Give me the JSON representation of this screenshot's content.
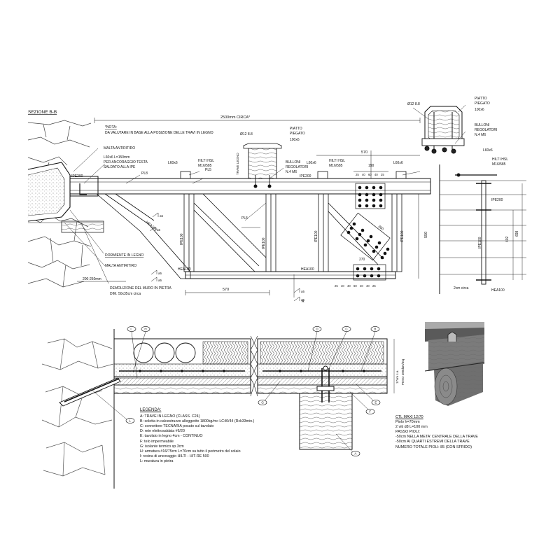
{
  "section_title": "SEZIONE B-B",
  "top_view": {
    "dim_total": "2500mm CIRCA*",
    "note": [
      "*NOTA:",
      "DA VALUTARE IN BASE ALLA POSIZIONE DELLE TRAVI IN LEGNO"
    ],
    "wall_labels": [
      "MALTA ANTIRITIRO",
      "L60x6 L=150mm",
      "PER ANCORAGGIO TESTA",
      "SALDATO ALLA IPE"
    ],
    "pl8": "PL8",
    "pl5_top": "PL5",
    "pl5_mid": "PL5",
    "ipe200_left": "IPE200",
    "ipe200_right": "IPE200",
    "ipe200_side": "IPE200",
    "hea100_left": "HEA100",
    "hea100_mid": "HEA100",
    "hea100_diag": "HEA100",
    "hea100_side": "HEA100",
    "ipe100_a": "IPE100",
    "ipe100_b": "IPE100",
    "ipe100_c": "IPE100",
    "ipe100_d": "IPE100",
    "ipe100_side": "IPE100",
    "l60x6_a": "L60x6",
    "l60x6_b": "L60x6",
    "l60x6_c": "L60x6",
    "l60x6_side": "L60x6",
    "hilti_a": [
      "HILTI HSL",
      "M16/585"
    ],
    "hilti_b": [
      "HILTI HSL",
      "M16/585"
    ],
    "hilti_side": [
      "HILTI HSL",
      "M16/585"
    ],
    "rod": "Ø12 8.8",
    "piatto": [
      "PIATTO",
      "PIEGATO",
      "100x6"
    ],
    "bulloni": [
      "BULLONI",
      "REGOLATORI",
      "N.4 M6"
    ],
    "trave_legno": "TRAVE LEGNO",
    "dormiente": "DORMIENTE IN LEGNO",
    "malta2": "MALTA ANTIRITIRO",
    "demolizione": [
      "DEMOLIZIONE DEL MURO IN PIETRA",
      "DIM. 50x35cm circa"
    ],
    "dim_wall": "200-250mm",
    "dim_570_bottom": "570",
    "dim_570_top": "570",
    "dim_190": "190",
    "dim_550": "550",
    "dim_270": "270",
    "dim_300": "300",
    "plate_dims_top": [
      "25",
      "40",
      "60",
      "40",
      "25"
    ],
    "plate_dims_bot": [
      "25",
      "40",
      "40",
      "60",
      "40",
      "40",
      "25"
    ],
    "weld_marks": [
      "a5",
      "a5",
      "a5",
      "a5",
      "a5",
      "a5"
    ],
    "dim_402": "402",
    "dim_698": "698",
    "dim_2cm": "2cm circa",
    "a_mark": "A"
  },
  "detail": {
    "rod": "Ø12 8.8",
    "piatto": [
      "PIATTO",
      "PIEGATO",
      "100x6"
    ],
    "bulloni": [
      "BULLONI",
      "REGOLATORI",
      "N.4 M6"
    ]
  },
  "section_labels": {
    "I": "I",
    "H": "H",
    "L": "L",
    "D": "D",
    "C": "C",
    "B": "B",
    "G": "G",
    "E": "E",
    "F": "F",
    "A": "A",
    "side_dim": [
      "17cm c.a.",
      "PESO 280daN/mq"
    ]
  },
  "legend": {
    "title": "LEGENDA:",
    "items": [
      "A: TRAVE IN LEGNO (CLASS. C24)",
      "B: soletta in calcestruzzo alleggerito 1800kg/mc LC40/44 (Rck33min.)",
      "C: connettore TECNARIA posato sul tavolato",
      "D: rete elettrosaldata #6/20",
      "E: tavolato in legno 4cm - CONTINUO",
      "F: telo impermeabile",
      "G: isolante termico sp.3cm",
      "H: armatura #16/75cm L=70cm su tutto il perimetro del solaio",
      "I:  resina di ancoraggio HILTI - HIT-RE 500",
      "L: muratura in pietra"
    ]
  },
  "ctl": {
    "title": "CTL MAXI 12/70",
    "lines": [
      "Piolo h=70mm",
      "2 viti d8 L=100 mm",
      "PASSO PIOLI:",
      "-50cm NELLA META' CENTRALE DELLA TRAVE",
      "-50cm AI QUARTI ESTREMI DELLA TRAVE",
      "NUMERO TOTALE PIOLI: 85  (CON SFRIDO)"
    ]
  }
}
